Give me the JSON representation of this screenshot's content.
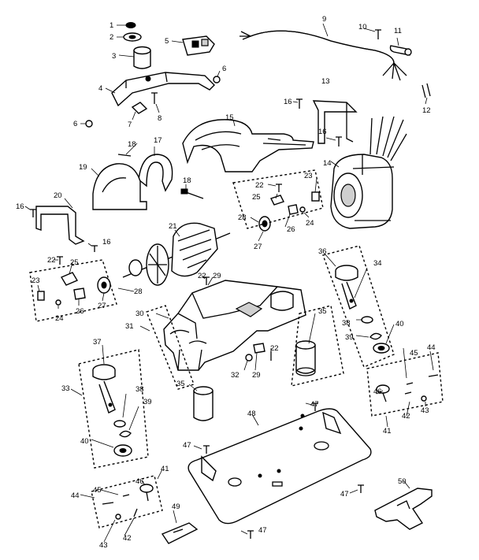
{
  "callouts": {
    "c1": "1",
    "c2": "2",
    "c3": "3",
    "c4": "4",
    "c5": "5",
    "c6a": "6",
    "c6b": "6",
    "c7": "7",
    "c8": "8",
    "c9": "9",
    "c10": "10",
    "c11": "11",
    "c12": "12",
    "c13": "13",
    "c14": "14",
    "c15": "15",
    "c16a": "16",
    "c16b": "16",
    "c16c": "16",
    "c16d": "16",
    "c17": "17",
    "c18a": "18",
    "c18b": "18",
    "c19": "19",
    "c20": "20",
    "c21": "21",
    "c22a": "22",
    "c22b": "22",
    "c22c": "22",
    "c22d": "22",
    "c23a": "23",
    "c23b": "23",
    "c24a": "24",
    "c24b": "24",
    "c25a": "25",
    "c25b": "25",
    "c26a": "26",
    "c26b": "26",
    "c27a": "27",
    "c27b": "27",
    "c28a": "28",
    "c28b": "28",
    "c29a": "29",
    "c29b": "29",
    "c30": "30",
    "c31": "31",
    "c32": "32",
    "c33": "33",
    "c34": "34",
    "c35a": "35",
    "c35b": "35",
    "c36": "36",
    "c37": "37",
    "c38a": "38",
    "c38b": "38",
    "c39a": "39",
    "c39b": "39",
    "c40a": "40",
    "c40b": "40",
    "c41a": "41",
    "c41b": "41",
    "c42a": "42",
    "c42b": "42",
    "c43a": "43",
    "c43b": "43",
    "c44a": "44",
    "c44b": "44",
    "c45a": "45",
    "c45b": "45",
    "c46a": "46",
    "c46b": "46",
    "c47a": "47",
    "c47b": "47",
    "c47c": "47",
    "c47d": "47",
    "c48": "48",
    "c49": "49",
    "c50": "50"
  }
}
